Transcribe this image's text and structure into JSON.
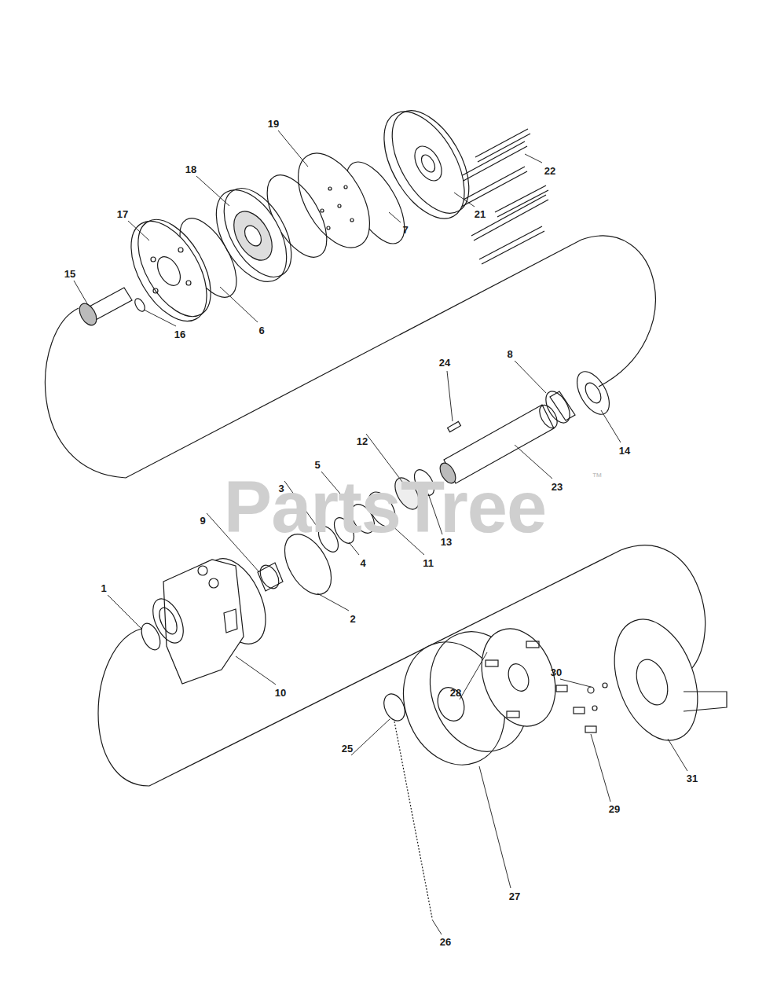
{
  "diagram": {
    "labels": [
      "19",
      "18",
      "17",
      "22",
      "21",
      "7",
      "15",
      "6",
      "16",
      "8",
      "24",
      "14",
      "12",
      "5",
      "23",
      "3",
      "9",
      "PartsTree",
      "™",
      "13",
      "11",
      "4",
      "2",
      "1",
      "10",
      "30",
      "28",
      "31",
      "29",
      "25",
      "27",
      "26"
    ]
  }
}
